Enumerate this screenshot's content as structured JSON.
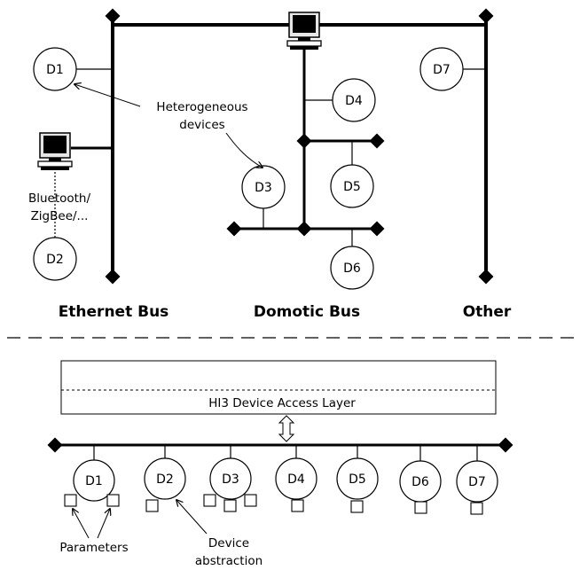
{
  "top": {
    "bus_titles": {
      "ethernet": "Ethernet Bus",
      "domotic": "Domotic Bus",
      "other": "Other"
    },
    "devices": {
      "d1": "D1",
      "d2": "D2",
      "d3": "D3",
      "d4": "D4",
      "d5": "D5",
      "d6": "D6",
      "d7": "D7"
    },
    "annotations": {
      "heterogeneous_line1": "Heterogeneous",
      "heterogeneous_line2": "devices",
      "bluetooth_line1": "Bluetooth/",
      "bluetooth_line2": "ZigBee/..."
    }
  },
  "bottom": {
    "layer_label": "HI3 Device Access Layer",
    "devices": [
      "D1",
      "D2",
      "D3",
      "D4",
      "D5",
      "D6",
      "D7"
    ],
    "annotations": {
      "parameters": "Parameters",
      "device_line1": "Device",
      "device_line2": "abstraction"
    }
  }
}
